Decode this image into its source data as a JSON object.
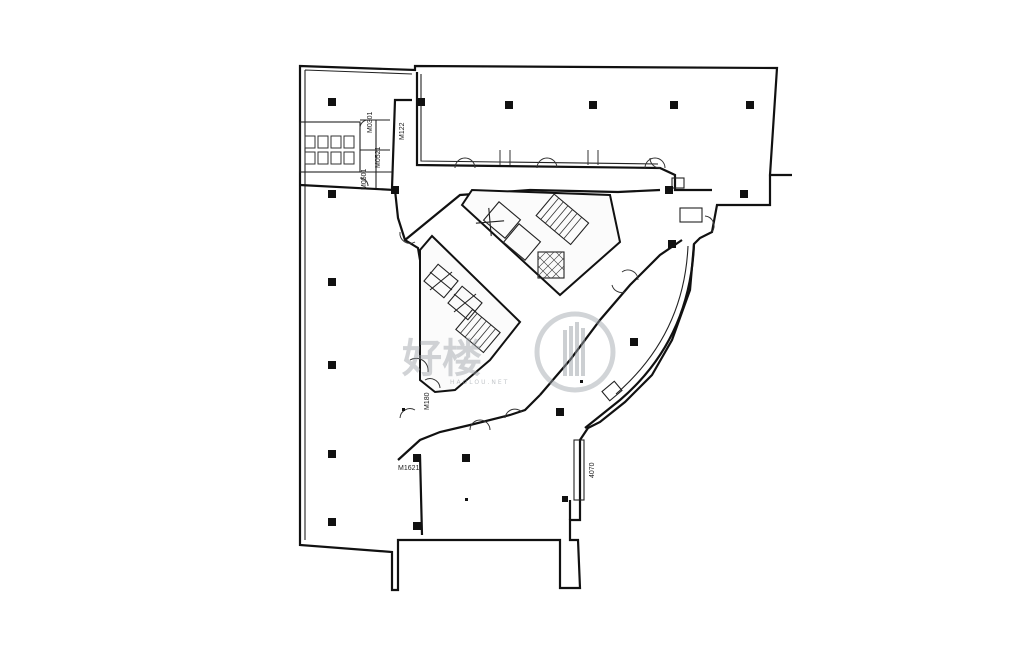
{
  "labels": {
    "m0301": "M0301",
    "m122": "M122",
    "m0521": "M0521",
    "m0501": "M0501",
    "m180": "M180",
    "m1621": "M1621",
    "dim_4070": "4070"
  },
  "watermark": {
    "text": "好楼",
    "sub": "HAOLOU.NET"
  },
  "colors": {
    "ink": "#111111",
    "watermark": "#9aa0a6"
  }
}
